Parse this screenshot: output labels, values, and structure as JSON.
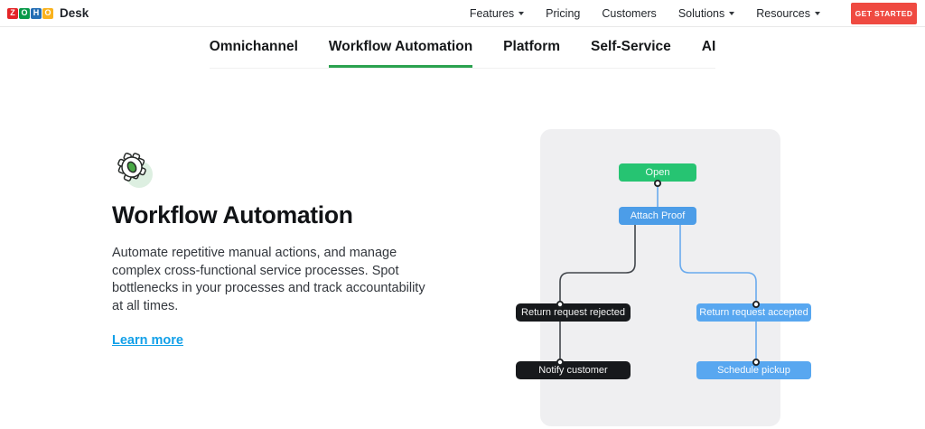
{
  "header": {
    "logo": {
      "blocks": [
        {
          "letter": "Z",
          "color": "#E42527"
        },
        {
          "letter": "O",
          "color": "#089949"
        },
        {
          "letter": "H",
          "color": "#226DB4"
        },
        {
          "letter": "O",
          "color": "#F9B21D"
        }
      ],
      "product": "Desk"
    },
    "nav": [
      {
        "label": "Features",
        "has_dropdown": true
      },
      {
        "label": "Pricing",
        "has_dropdown": false
      },
      {
        "label": "Customers",
        "has_dropdown": false
      },
      {
        "label": "Solutions",
        "has_dropdown": true
      },
      {
        "label": "Resources",
        "has_dropdown": true
      }
    ],
    "cta_label": "GET STARTED"
  },
  "subnav": {
    "tabs": [
      {
        "label": "Omnichannel",
        "active": false
      },
      {
        "label": "Workflow Automation",
        "active": true
      },
      {
        "label": "Platform",
        "active": false
      },
      {
        "label": "Self-Service",
        "active": false
      },
      {
        "label": "AI",
        "active": false
      }
    ],
    "active_underline_color": "#2BA24F"
  },
  "content": {
    "icon": "gear-icon",
    "title": "Workflow Automation",
    "description": "Automate repetitive manual actions, and manage complex cross-functional service processes. Spot bottlenecks in your processes and track accountability at all times.",
    "link_label": "Learn more",
    "link_color": "#12A0E8"
  },
  "diagram": {
    "panel_color": "#EFEFF1",
    "nodes": [
      {
        "id": "open",
        "label": "Open",
        "color": "#26C472"
      },
      {
        "id": "attach-proof",
        "label": "Attach Proof",
        "color": "#4C9DE8"
      },
      {
        "id": "return-request-rejected",
        "label": "Return request rejected",
        "color": "#17191C"
      },
      {
        "id": "return-request-accepted",
        "label": "Return request accepted",
        "color": "#58A7F0"
      },
      {
        "id": "notify-customer",
        "label": "Notify customer",
        "color": "#17191C"
      },
      {
        "id": "schedule-pickup",
        "label": "Schedule pickup",
        "color": "#58A7F0"
      }
    ],
    "edges": [
      {
        "from": "open",
        "to": "attach-proof",
        "color": "#69AAEE"
      },
      {
        "from": "attach-proof",
        "to": "return-request-rejected",
        "color": "#42464C"
      },
      {
        "from": "attach-proof",
        "to": "return-request-accepted",
        "color": "#69AAEE"
      },
      {
        "from": "return-request-rejected",
        "to": "notify-customer",
        "color": "#42464C"
      },
      {
        "from": "return-request-accepted",
        "to": "schedule-pickup",
        "color": "#69AAEE"
      }
    ]
  }
}
